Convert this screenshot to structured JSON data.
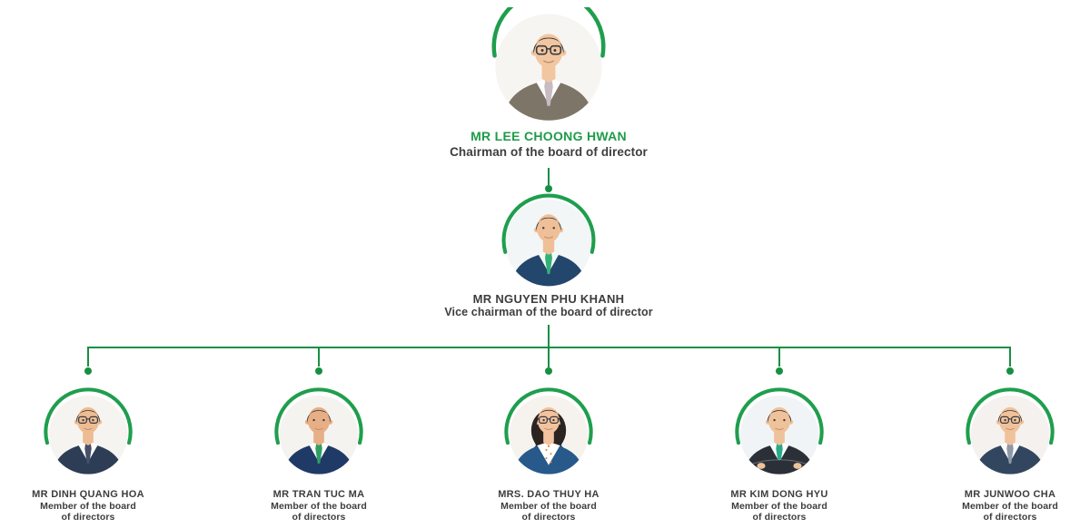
{
  "theme": {
    "background": "#ffffff",
    "arc_green": "#1f9e4d",
    "line_green": "#178f43",
    "name_green": "#1f9b4a",
    "text_dark": "#3d3d3d"
  },
  "people": [
    {
      "id": "lee-choong-hwan",
      "level": 1,
      "name": "MR LEE CHOONG HWAN",
      "title": "Chairman of the board of director",
      "name_color": "#1f9b4a",
      "avatar": {
        "variant": "suit",
        "bg": "#f7f5f1",
        "suit": "#7d7567",
        "shirt": "#ffffff",
        "tie": "#c7bcc2",
        "skin": "#f1c6a0",
        "hair": "#2b2b2e",
        "glasses": true
      }
    },
    {
      "id": "nguyen-phu-khanh",
      "level": 2,
      "name": "MR NGUYEN PHU KHANH",
      "title": "Vice chairman of the board of director",
      "name_color": "#3d3d3d",
      "avatar": {
        "variant": "suit",
        "bg": "#f2f6f6",
        "suit": "#23466c",
        "shirt": "#f2fbf6",
        "tie": "#33b078",
        "skin": "#efbf97",
        "hair": "#1e2429",
        "glasses": false
      }
    },
    {
      "id": "dinh-quang-hoa",
      "level": 3,
      "name": "MR DINH QUANG HOA",
      "title": "Member of the board\nof directors",
      "name_color": "#3d3d3d",
      "avatar": {
        "variant": "suit",
        "bg": "#f6f4f0",
        "suit": "#2d3d55",
        "shirt": "#ffffff",
        "tie": "#454f68",
        "skin": "#edbc93",
        "hair": "#22272c",
        "glasses": true
      }
    },
    {
      "id": "tran-tuc-ma",
      "level": 3,
      "name": "MR TRAN TUC MA",
      "title": "Member of the board\nof directors",
      "name_color": "#3d3d3d",
      "avatar": {
        "variant": "suit",
        "bg": "#f5f3ef",
        "suit": "#1f3a66",
        "shirt": "#ffffff",
        "tie": "#2f9e63",
        "skin": "#e7af86",
        "hair": "#26292e",
        "glasses": false
      }
    },
    {
      "id": "dao-thuy-ha",
      "level": 3,
      "name": "MRS. DAO THUY HA",
      "title": "Member of the board\nof directors",
      "name_color": "#3d3d3d",
      "avatar": {
        "variant": "female",
        "bg": "#f6f3ef",
        "suit": "#27598b",
        "shirt": "#ffffff",
        "tie": "",
        "skin": "#f2c39e",
        "hair": "#2b2421",
        "glasses": true
      }
    },
    {
      "id": "kim-dong-hyu",
      "level": 3,
      "name": "MR KIM DONG HYU",
      "title": "Member of the board\nof directors",
      "name_color": "#3d3d3d",
      "avatar": {
        "variant": "crossed",
        "bg": "#f1f4f6",
        "suit": "#2b2f37",
        "shirt": "#ffffff",
        "tie": "#2ba98b",
        "skin": "#eec29b",
        "hair": "#16191d",
        "glasses": false
      }
    },
    {
      "id": "junwoo-cha",
      "level": 3,
      "name": "MR JUNWOO CHA",
      "title": "Member of the board\nof directors",
      "name_color": "#3d3d3d",
      "avatar": {
        "variant": "suit",
        "bg": "#f4f1ee",
        "suit": "#32465f",
        "shirt": "#ffffff",
        "tie": "#8f98a7",
        "skin": "#f0c29b",
        "hair": "#23282d",
        "glasses": true
      }
    }
  ]
}
